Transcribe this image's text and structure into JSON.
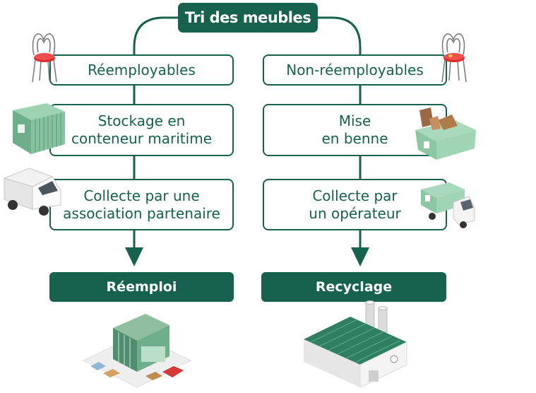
{
  "title": "Tri des meubles",
  "left": {
    "step1": "Réemployables",
    "step2": [
      "Stockage en",
      "conteneur maritime"
    ],
    "step3": [
      "Collecte par une",
      "association partenaire"
    ],
    "result": "Réemploi"
  },
  "right": {
    "step1": "Non-réemployables",
    "step2": [
      "Mise",
      "en benne"
    ],
    "step3": [
      "Collecte par",
      "un opérateur"
    ],
    "result": "Recyclage"
  },
  "colors": {
    "primary": "#17614f",
    "accent": "#6fbf9a",
    "text_on_dark": "#ffffff"
  },
  "icons": [
    "chair-red-icon",
    "chair-icon",
    "shipping-container-icon",
    "skip-bin-icon",
    "van-icon",
    "dump-truck-icon",
    "store-icon",
    "factory-icon"
  ]
}
